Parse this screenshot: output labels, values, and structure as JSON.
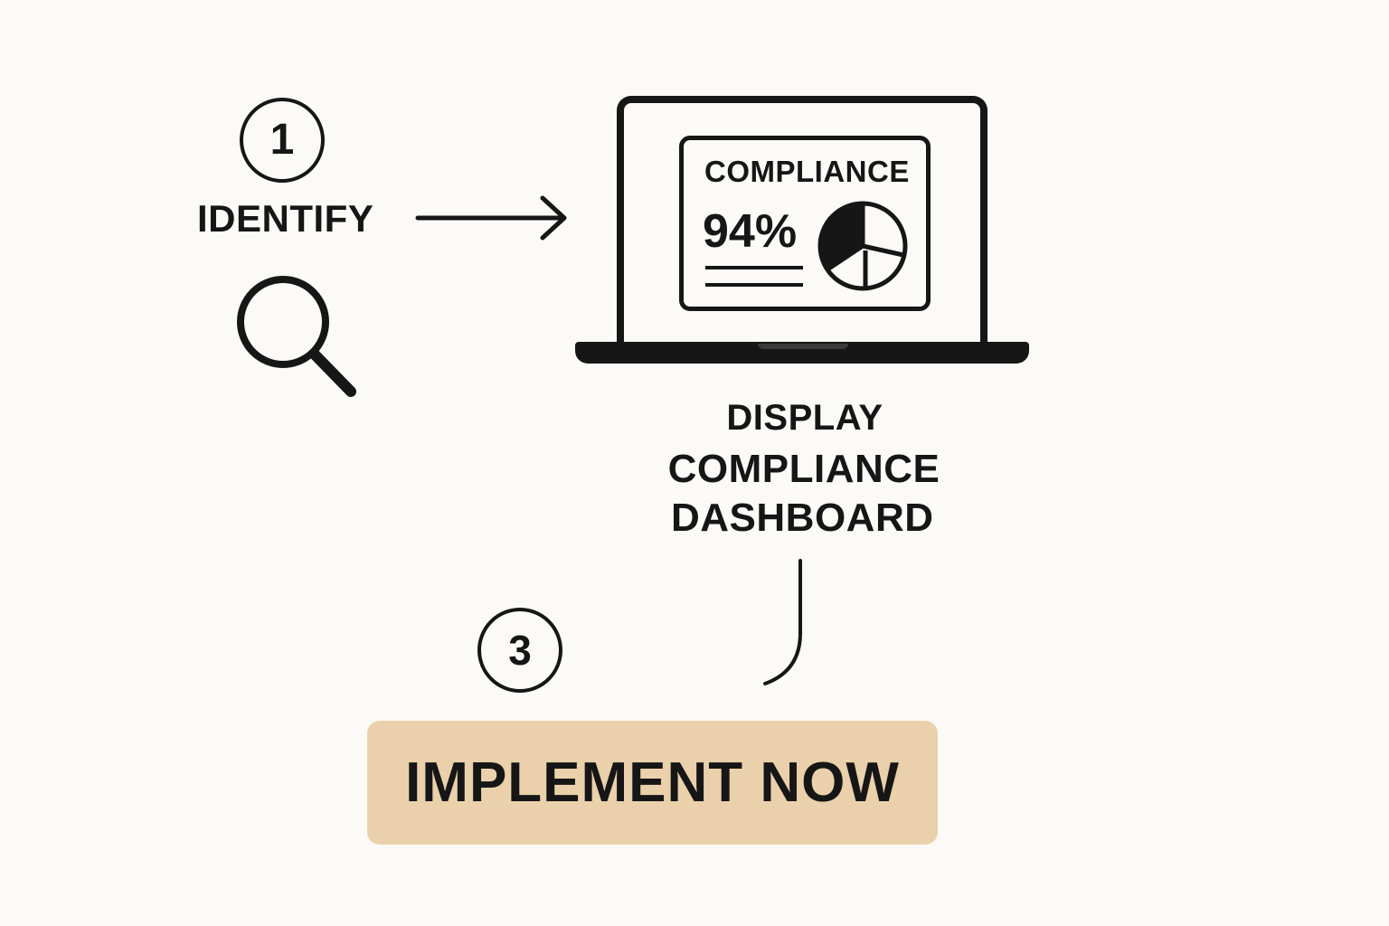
{
  "colors": {
    "background": "#fcfaf7",
    "ink": "#161616",
    "button_fill": "#ead1ab"
  },
  "steps": {
    "identify": {
      "number": "1",
      "label": "IDENTIFY",
      "icon": "search-icon"
    },
    "display": {
      "label_lines": [
        "DISPLAY",
        "COMPLIANCE",
        "DASHBOARD"
      ],
      "icon": "laptop-icon"
    },
    "implement": {
      "number": "3",
      "button_label": "IMPLEMENT NOW"
    }
  },
  "dashboard": {
    "title": "COMPLIANCE",
    "value": "94%",
    "chart_icon": "pie-chart-icon"
  }
}
